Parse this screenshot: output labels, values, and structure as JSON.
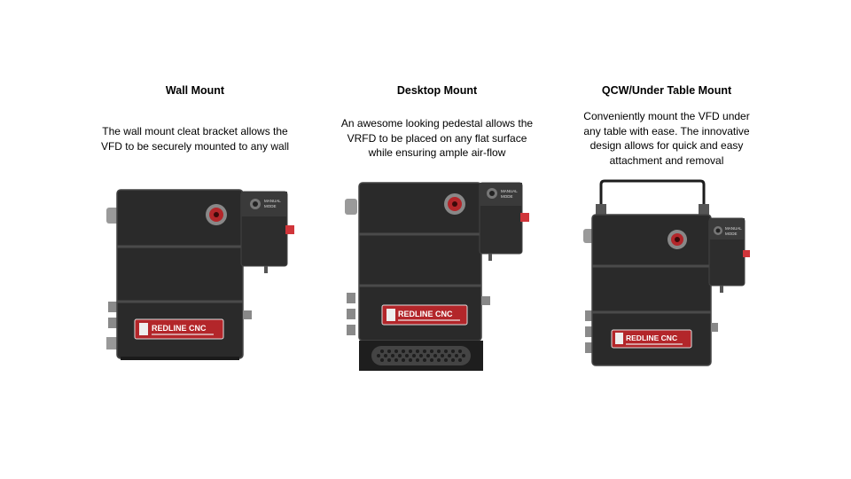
{
  "columns": [
    {
      "title": "Wall Mount",
      "lines": [
        "The wall mount cleat bracket allows the",
        "VFD to be securely mounted to any wall"
      ],
      "brand": "REDLINE CNC",
      "mode_label": [
        "MANUAL",
        "MODE"
      ]
    },
    {
      "title": "Desktop Mount",
      "lines": [
        "An awesome looking pedestal allows the",
        "VRFD to be placed on any flat surface",
        "while ensuring ample air-flow"
      ],
      "brand": "REDLINE CNC",
      "mode_label": [
        "MANUAL",
        "MODE"
      ]
    },
    {
      "title": "QCW/Under Table Mount",
      "lines": [
        "Conveniently mount the VFD under",
        "any table with ease.  The innovative",
        "design allows for quick and easy",
        "attachment and removal"
      ],
      "brand": "REDLINE CNC",
      "mode_label": [
        "MANUAL",
        "MODE"
      ]
    }
  ],
  "colors": {
    "body": "#2a2a2a",
    "accent_red": "#b3262a",
    "switch_red": "#d0353a"
  }
}
